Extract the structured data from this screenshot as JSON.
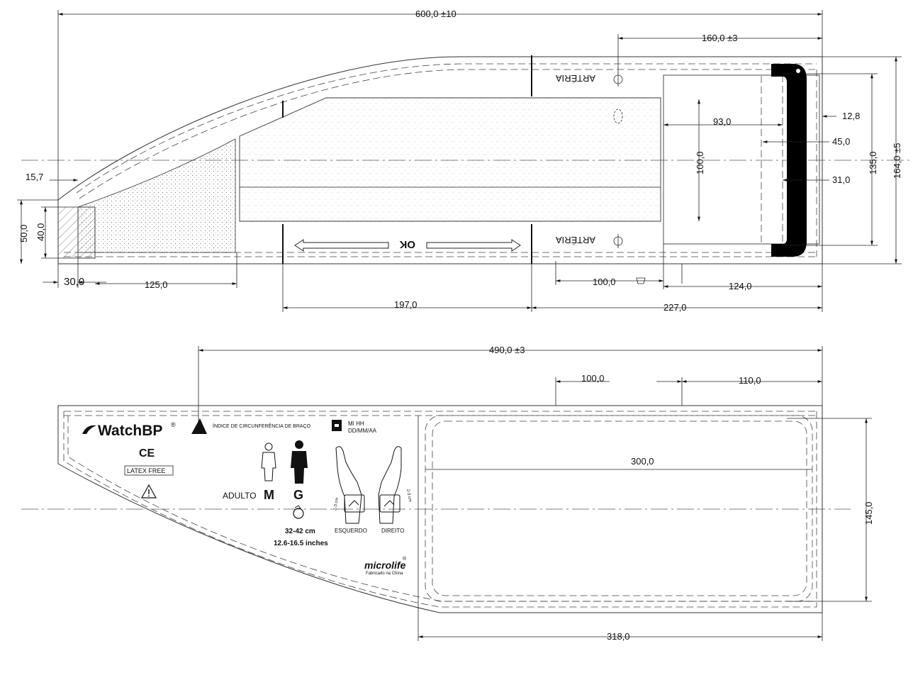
{
  "top_view": {
    "dims": {
      "total_length": "600,0 ±10",
      "bracket_offset": "160,0 ±3",
      "total_height": "164,0 ±5",
      "h135": "135,0",
      "h100": "100,0",
      "w93": "93,0",
      "d12_8": "12,8",
      "d45": "45,0",
      "d31": "31,0",
      "d15_7": "15,7",
      "h50": "50,0",
      "h40": "40,0",
      "w30": "30,0",
      "w125": "125,0",
      "w100": "100,0",
      "w124": "124,0",
      "w197": "197,0",
      "w227": "227,0"
    },
    "artery_label_top": "ARTÉRIA",
    "artery_label_bottom": "ARTÉRIA",
    "ok_label": "OK"
  },
  "bottom_view": {
    "dims": {
      "total_length": "490,0 ±3",
      "w100": "100,0",
      "w110": "110,0",
      "w300": "300,0",
      "h145": "145,0",
      "w318": "318,0"
    },
    "brand": "WatchBP",
    "brand_reg": "®",
    "ce_mark": "CE",
    "latex_free": "LATEX FREE",
    "index_text": "ÍNDICE DE CIRCUNFERÊNCIA DE BRAÇO",
    "date_code_line1": "MI  HH",
    "date_code_line2": "DD/MM/AA",
    "adult_label": "ADULTO",
    "size_m": "M",
    "size_g": "G",
    "range_cm": "32-42 cm",
    "range_in": "12.6-16.5 inches",
    "left_label": "ESQUERDO",
    "right_label": "DIREITO",
    "arm_note": "2-3 cm",
    "maker": "microlife",
    "maker_reg": "®",
    "made_in": "Fabricado na China"
  },
  "colors": {
    "line": "#222222",
    "bracket": "#000000"
  }
}
